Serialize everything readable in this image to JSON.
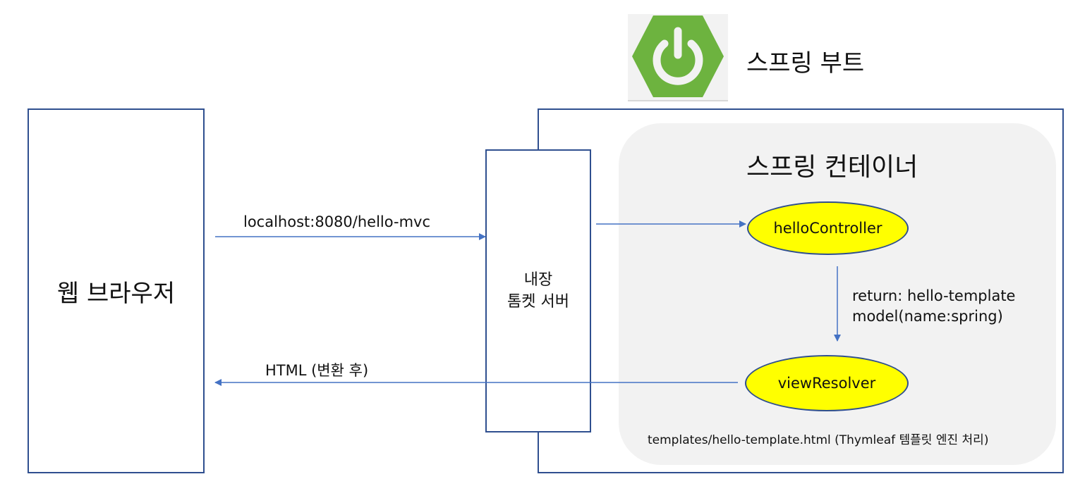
{
  "logo": {
    "icon": "power-icon",
    "color": "#6db33f"
  },
  "spring_boot_label": "스프링 부트",
  "web_browser_label": "웹 브라우저",
  "tomcat": {
    "line1": "내장",
    "line2": "톰켓 서버"
  },
  "container": {
    "title": "스프링 컨테이너",
    "controller_label": "helloController",
    "view_resolver_label": "viewResolver",
    "return_line1": "return: hello-template",
    "return_line2": "model(name:spring)",
    "template_note": "templates/hello-template.html (Thymleaf 템플릿 엔진 처리)"
  },
  "request_label": "localhost:8080/hello-mvc",
  "response_label": "HTML (변환 후)",
  "colors": {
    "border": "#2f4f8f",
    "arrow": "#4472c4",
    "oval_fill": "#ffff00",
    "container_bg": "#f2f2f2"
  }
}
